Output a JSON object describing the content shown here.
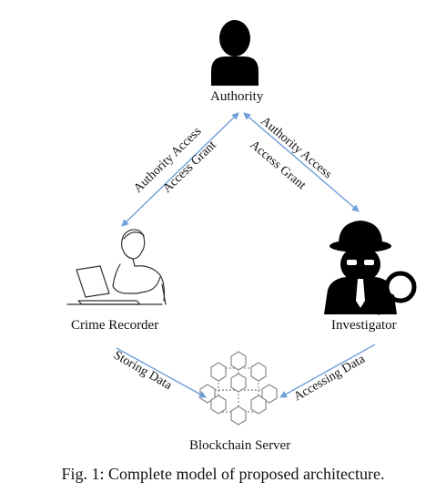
{
  "nodes": {
    "authority": "Authority",
    "crime_recorder": "Crime Recorder",
    "investigator": "Investigator",
    "blockchain_server": "Blockchain Server"
  },
  "edges": {
    "left_upper": "Authority Access",
    "left_lower": "Access Grant",
    "right_upper": "Authority Access",
    "right_lower": "Access Grant",
    "bottom_left": "Storing Data",
    "bottom_right": "Accessing Data"
  },
  "caption": "Fig. 1: Complete model of proposed architecture.",
  "colors": {
    "arrow": "#6f9fd8",
    "icon": "#000000",
    "blockchain": "#8a8a8a"
  }
}
